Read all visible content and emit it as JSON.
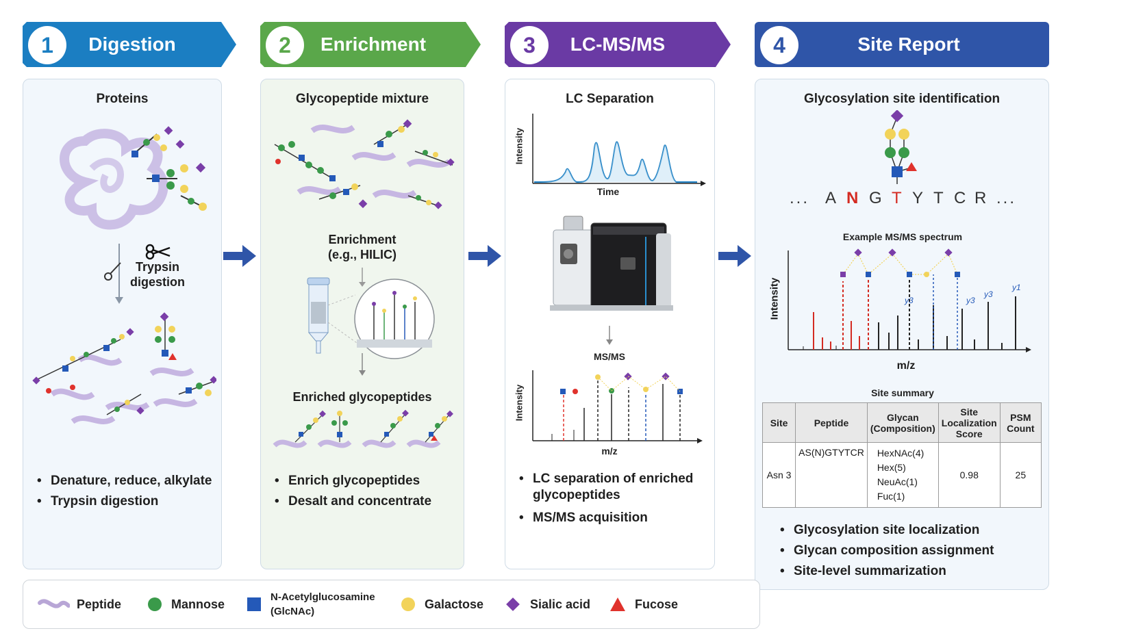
{
  "steps": [
    {
      "number": "1",
      "title": "Digestion",
      "color": "#1b7ec2"
    },
    {
      "number": "2",
      "title": "Enrichment",
      "color": "#5aa74a"
    },
    {
      "number": "3",
      "title": "LC-MS/MS",
      "color": "#6a3aa4"
    },
    {
      "number": "4",
      "title": "Site Report",
      "color": "#2f55a8"
    }
  ],
  "digestion": {
    "title": "Proteins",
    "trypsin_label": "Trypsin",
    "digestion_label": "digestion",
    "bullets": [
      "Denature, reduce, alkylate",
      "Trypsin digestion"
    ]
  },
  "enrichment": {
    "title": "Glycopeptide mixture",
    "enrich_label_1": "Enrichment",
    "enrich_label_2": "(e.g., HILIC)",
    "enriched_title": "Enriched glycopeptides",
    "bullets": [
      "Enrich glycopeptides",
      "Desalt and concentrate"
    ]
  },
  "lcms": {
    "title": "LC Separation",
    "lc_ylabel": "Intensity",
    "lc_xlabel": "Time",
    "msms_label": "MS/MS",
    "ms_ylabel": "Intensity",
    "ms_xlabel": "m/z",
    "bullets": [
      "LC separation of enriched glycopeptides",
      "MS/MS acquisition"
    ]
  },
  "report": {
    "title": "Glycosylation site identification",
    "sequence_prefix": "...",
    "sequence": [
      "A",
      "N",
      "G",
      "T",
      "Y",
      "T",
      "C",
      "R"
    ],
    "sequence_suffix": "...",
    "spectrum_title": "Example MS/MS spectrum",
    "spectrum_ylabel": "Intensity",
    "spectrum_xlabel": "m/z",
    "ion_labels": [
      "y3",
      "y3",
      "y3",
      "y1"
    ],
    "summary_title": "Site summary",
    "table_headers": [
      "Site",
      "Peptide",
      "Glycan (Composition)",
      "Site Localization Score",
      "PSM Count"
    ],
    "table_rows": [
      {
        "site": "Asn 3",
        "peptide": "AS(N)GTYTCR",
        "glycan": [
          "HexNAc(4)",
          "Hex(5)",
          "NeuAc(1)",
          "Fuc(1)"
        ],
        "score": "0.98",
        "psm": "25"
      }
    ],
    "bullets": [
      "Glycosylation site localization",
      "Glycan composition assignment",
      "Site-level summarization"
    ]
  },
  "legend": [
    {
      "label": "Peptide",
      "icon": "peptide-icon",
      "color": "#b8a6d6"
    },
    {
      "label": "Mannose",
      "icon": "mannose-icon",
      "color": "#3a9a4a"
    },
    {
      "label": "N-Acetylglucosamine",
      "label2": "(GlcNAc)",
      "icon": "glcnac-icon",
      "color": "#2459b8"
    },
    {
      "label": "Galactose",
      "icon": "galactose-icon",
      "color": "#f2d35a"
    },
    {
      "label": "Sialic acid",
      "icon": "sialic-acid-icon",
      "color": "#7a3ea8"
    },
    {
      "label": "Fucose",
      "icon": "fucose-icon",
      "color": "#e0322c"
    }
  ]
}
